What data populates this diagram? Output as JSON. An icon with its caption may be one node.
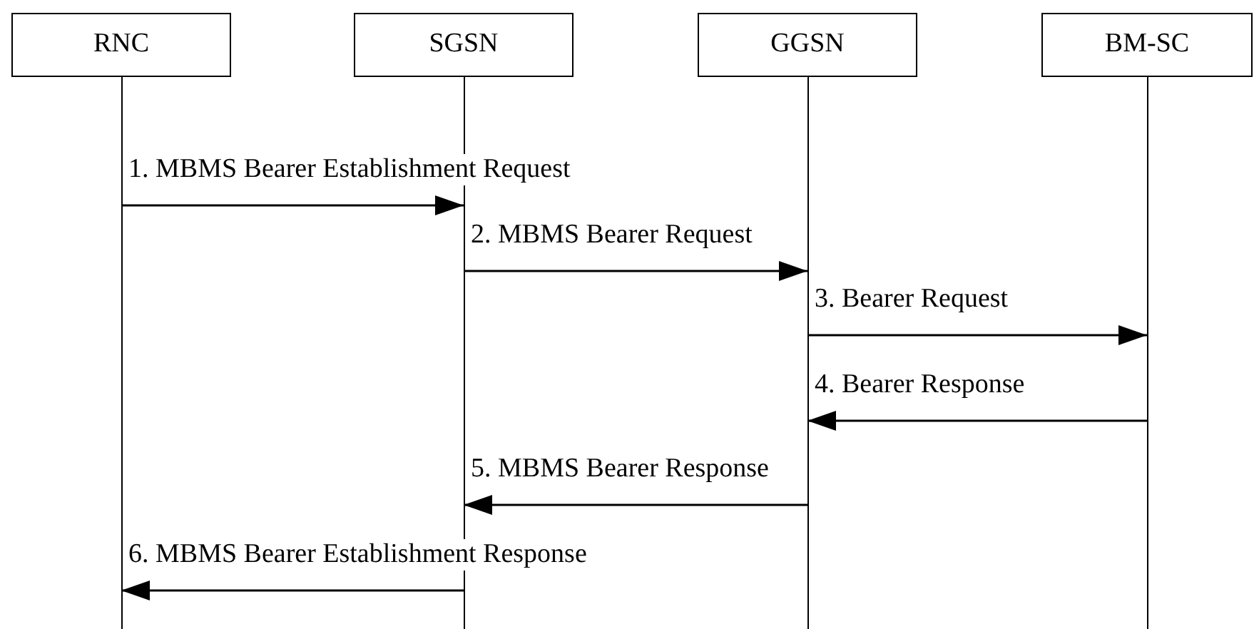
{
  "diagram": {
    "nodes": [
      {
        "text": [
          "RNC"
        ]
      },
      {
        "text": [
          "SGSN"
        ]
      },
      {
        "text": [
          "GGSN"
        ]
      },
      {
        "text": [
          "BM-SC"
        ]
      }
    ],
    "edges": [
      {
        "from": 0,
        "to": 1,
        "arrow": "to",
        "label": "1. MBMS Bearer Establishment Request"
      },
      {
        "from": 1,
        "to": 2,
        "arrow": "to",
        "label": "2. MBMS Bearer Request"
      },
      {
        "from": 2,
        "to": 3,
        "arrow": "to",
        "label": "3. Bearer Request"
      },
      {
        "from": 3,
        "to": 2,
        "arrow": "to",
        "label": "4. Bearer Response"
      },
      {
        "from": 2,
        "to": 1,
        "arrow": "to",
        "label": "5. MBMS Bearer Response"
      },
      {
        "from": 1,
        "to": 0,
        "arrow": "to",
        "label": "6. MBMS Bearer Establishment Response"
      }
    ]
  }
}
